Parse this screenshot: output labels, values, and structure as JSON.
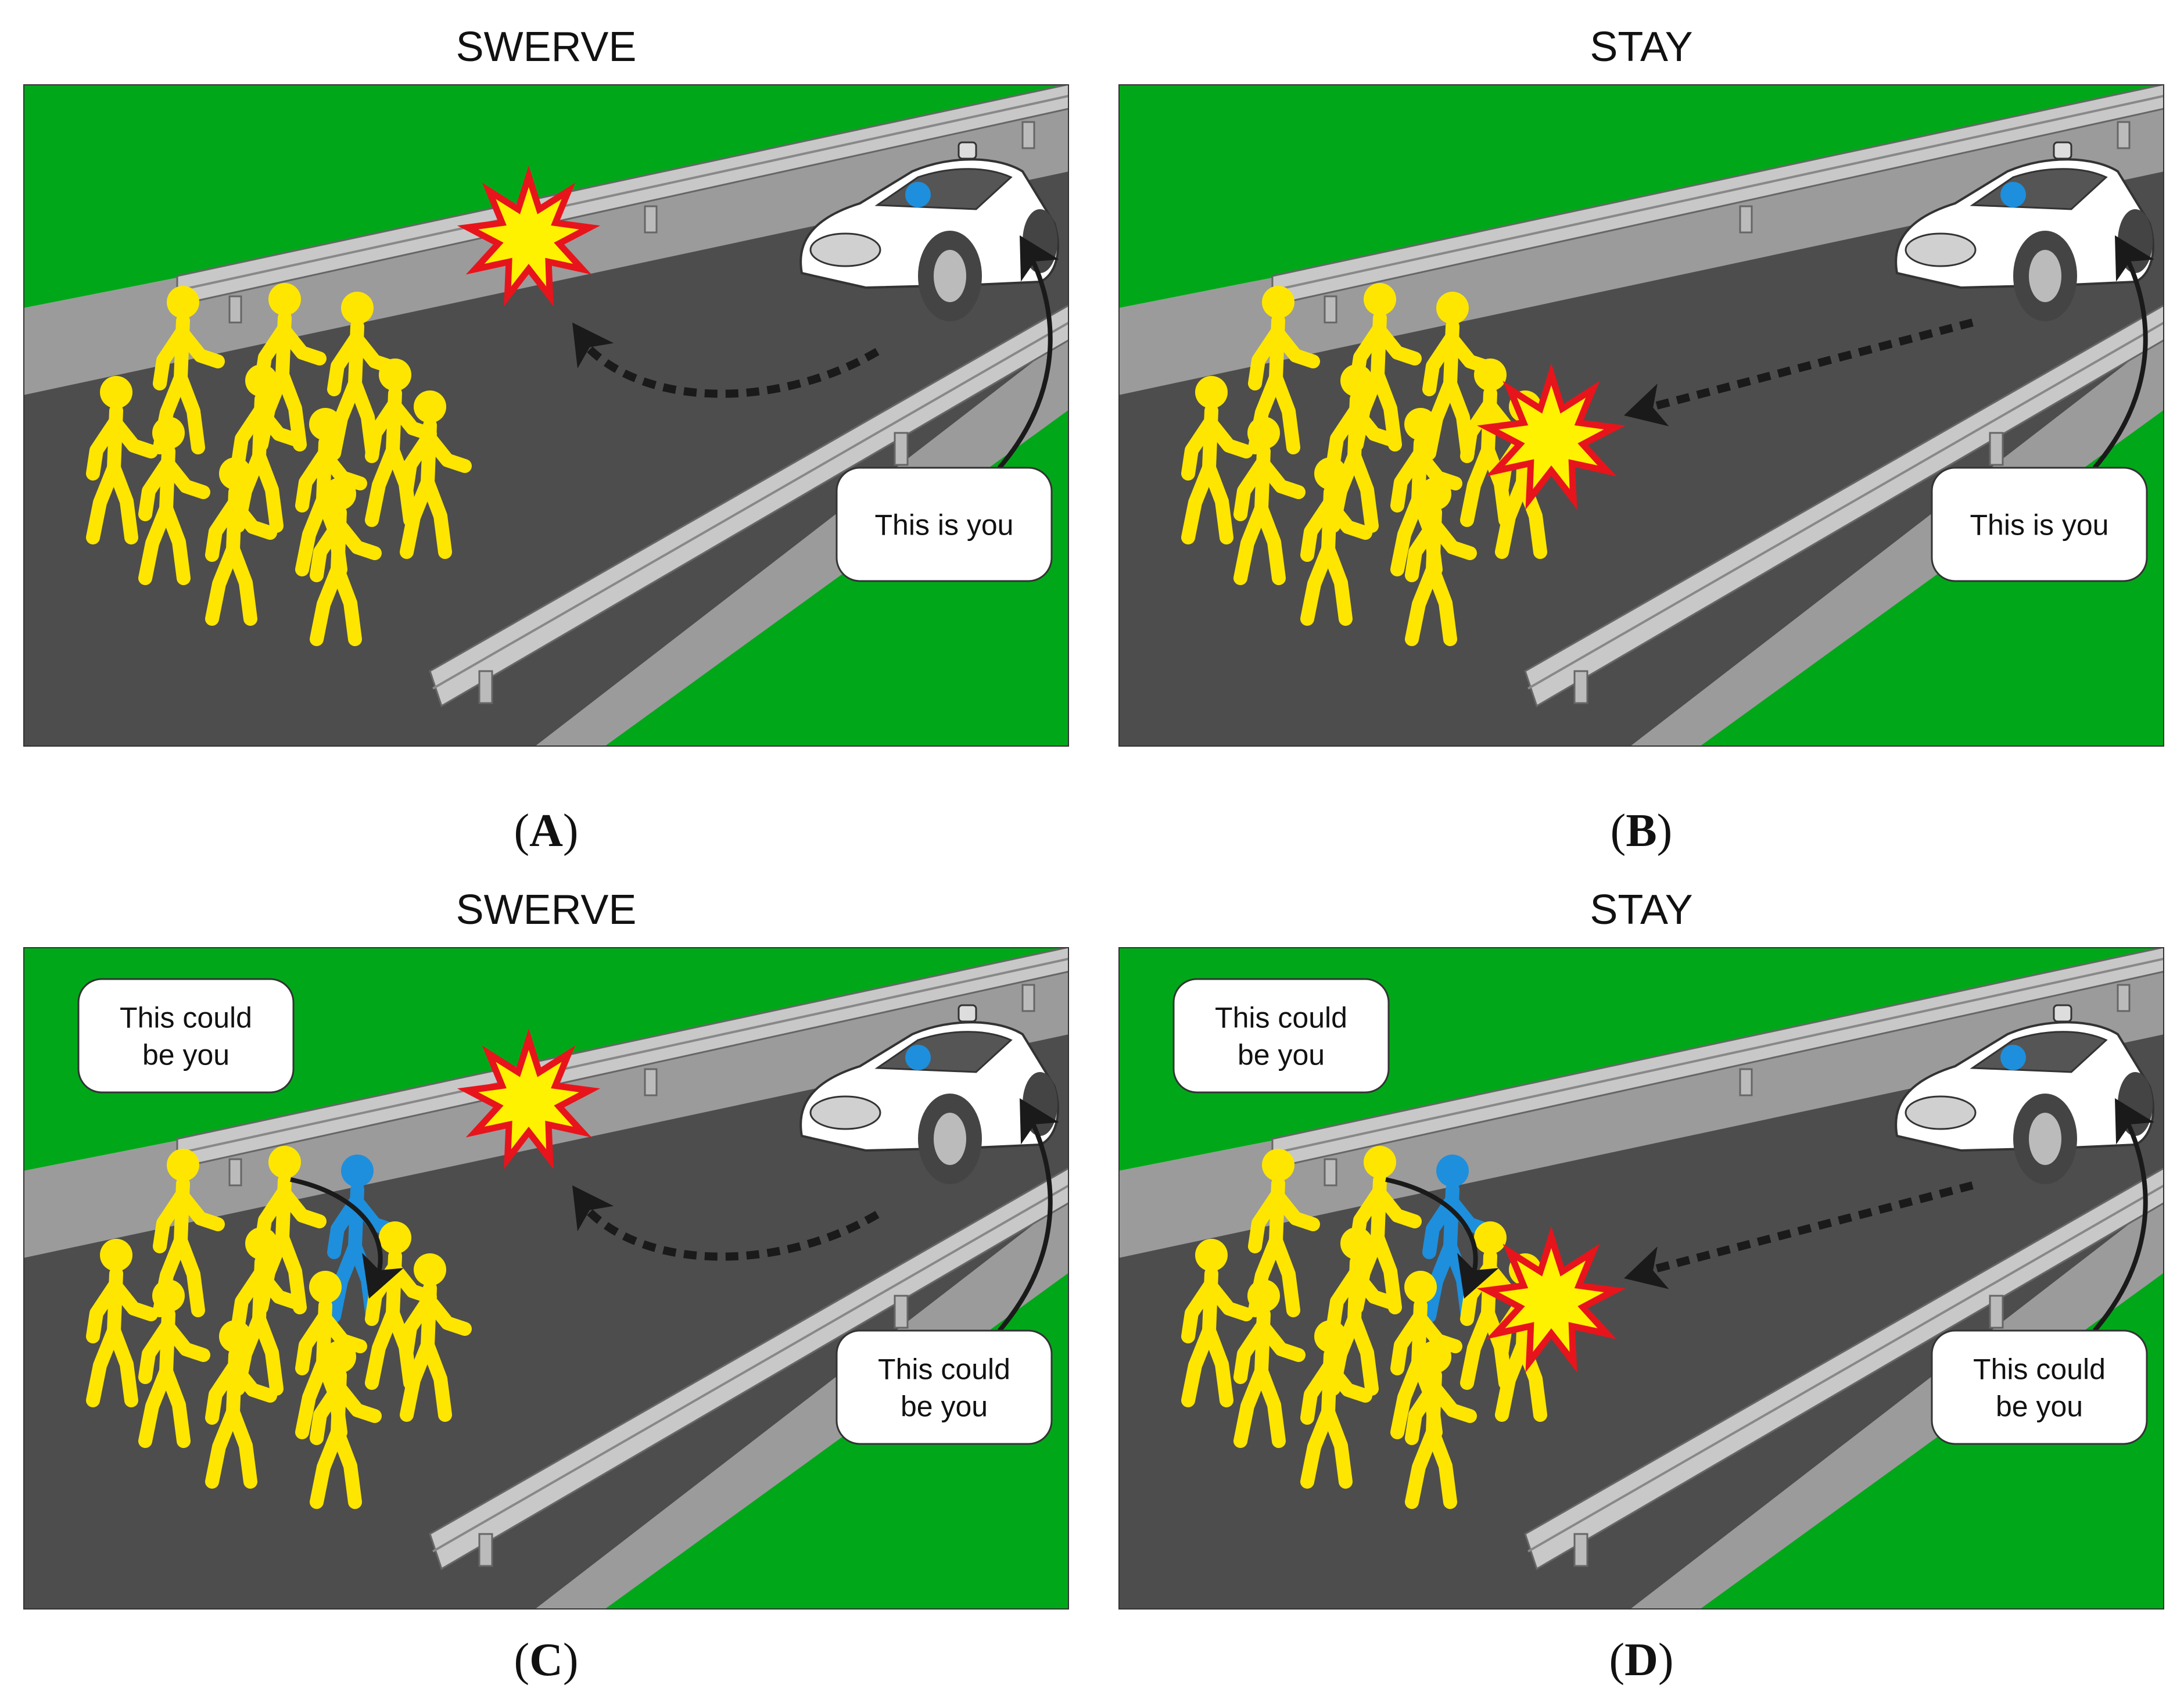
{
  "panels": [
    {
      "id": "A",
      "title": "SWERVE",
      "label": "A",
      "explosion": "barrier",
      "car_bubble": [
        "This is you"
      ],
      "crowd_bubble": []
    },
    {
      "id": "B",
      "title": "STAY",
      "label": "B",
      "explosion": "crowd",
      "car_bubble": [
        "This is you"
      ],
      "crowd_bubble": []
    },
    {
      "id": "C",
      "title": "SWERVE",
      "label": "C",
      "explosion": "barrier",
      "car_bubble": [
        "This could",
        "be you"
      ],
      "crowd_bubble": [
        "This could",
        "be you"
      ]
    },
    {
      "id": "D",
      "title": "STAY",
      "label": "D",
      "explosion": "crowd",
      "car_bubble": [
        "This could",
        "be you"
      ],
      "crowd_bubble": [
        "This could",
        "be you"
      ]
    }
  ],
  "colors": {
    "grass": "#00a819",
    "road": "#4d4d4d",
    "shoulder": "#9b9b9b",
    "barrier": "#c8c8c8",
    "pedestrian": "#ffe600",
    "pedestrian_highlight": "#1e8fdc",
    "explosion_outer": "#e8141b",
    "explosion_inner": "#fff200",
    "car": "#ffffff"
  }
}
